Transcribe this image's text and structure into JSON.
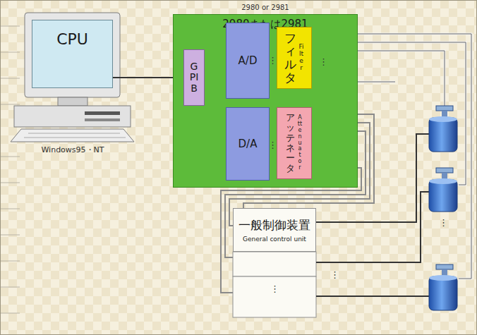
{
  "diagram": {
    "nodes": [
      {
        "text": [
          "CPU"
        ]
      },
      {
        "text": [
          "2980 or 2981",
          "2980または2981"
        ]
      },
      {
        "text": [
          "GPIB"
        ],
        "in": 1
      },
      {
        "text": [
          "A/D"
        ],
        "in": 1
      },
      {
        "text": [
          "フィルタ",
          "Filter"
        ],
        "in": 1
      },
      {
        "text": [
          "D/A"
        ],
        "in": 1
      },
      {
        "text": [
          "アッテネータ",
          "Attenuator"
        ],
        "in": 1
      },
      {
        "text": [
          "一般制御装置",
          "General control unit"
        ]
      }
    ],
    "edges": [
      {
        "from": 0,
        "to": 2,
        "arrow": "none"
      },
      {
        "from": 3,
        "to": 4,
        "arrow": "none"
      },
      {
        "from": 5,
        "to": 6,
        "arrow": "none"
      },
      {
        "from": 6,
        "to": 7,
        "arrow": "none"
      }
    ],
    "labels": [
      "Windows95・NT",
      "⋮",
      "⋮",
      "⋮",
      "⋮",
      "⋮",
      "⋮"
    ]
  }
}
